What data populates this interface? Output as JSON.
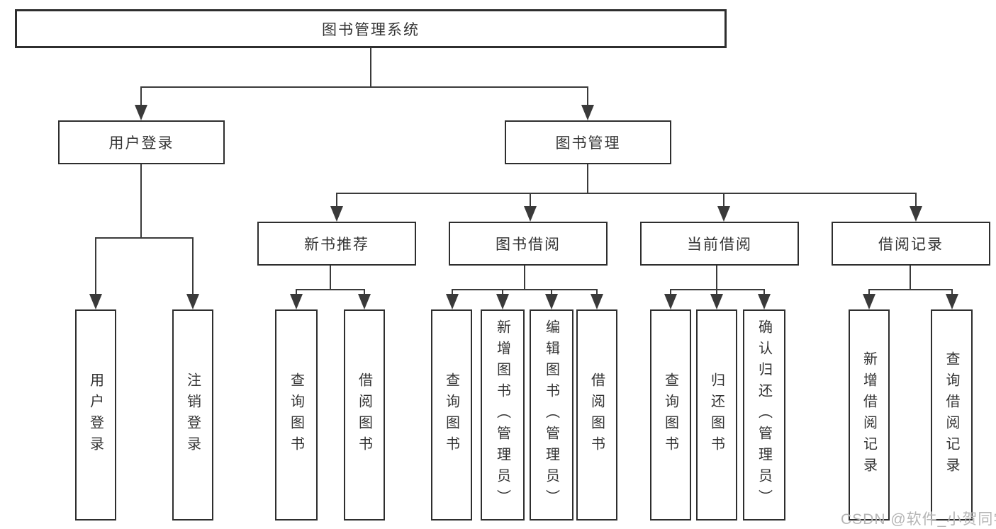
{
  "diagram": {
    "root": "图书管理系统",
    "level2": {
      "user_login": "用户登录",
      "book_mgmt": "图书管理"
    },
    "level3": {
      "new_books": "新书推荐",
      "book_borrow": "图书借阅",
      "current_borrow": "当前借阅",
      "borrow_records": "借阅记录"
    },
    "leaves": {
      "user_login": [
        "用户登录",
        "注销登录"
      ],
      "new_books": [
        "查询图书",
        "借阅图书"
      ],
      "book_borrow": [
        "查询图书",
        "新增图书（管理员）",
        "编辑图书（管理员）",
        "借阅图书"
      ],
      "current_borrow": [
        "查询图书",
        "归还图书",
        "确认归还（管理员）"
      ],
      "borrow_records": [
        "新增借阅记录",
        "查询借阅记录"
      ]
    }
  },
  "watermark": {
    "text": "CSDN @软件_小贺同学"
  },
  "colors": {
    "line": "#3a3a3a",
    "border": "#2e2e2e",
    "text": "#333333",
    "watermark": "#b5b5b5",
    "background": "#ffffff"
  }
}
